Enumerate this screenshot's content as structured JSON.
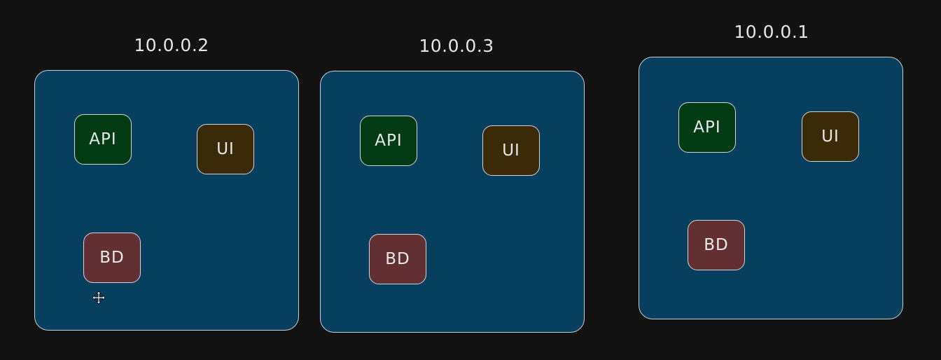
{
  "colors": {
    "background": "#121212",
    "host_fill": "#073f5e",
    "host_border": "#c9cfd4",
    "api_fill": "#033b14",
    "ui_fill": "#3a2a08",
    "bd_fill": "#622f33",
    "text": "#e6e6e6"
  },
  "hosts": [
    {
      "label": "10.0.0.2",
      "services": {
        "api": "API",
        "ui": "UI",
        "bd": "BD"
      }
    },
    {
      "label": "10.0.0.3",
      "services": {
        "api": "API",
        "ui": "UI",
        "bd": "BD"
      }
    },
    {
      "label": "10.0.0.1",
      "services": {
        "api": "API",
        "ui": "UI",
        "bd": "BD"
      }
    }
  ],
  "cursor": {
    "icon": "move-cursor-icon"
  }
}
